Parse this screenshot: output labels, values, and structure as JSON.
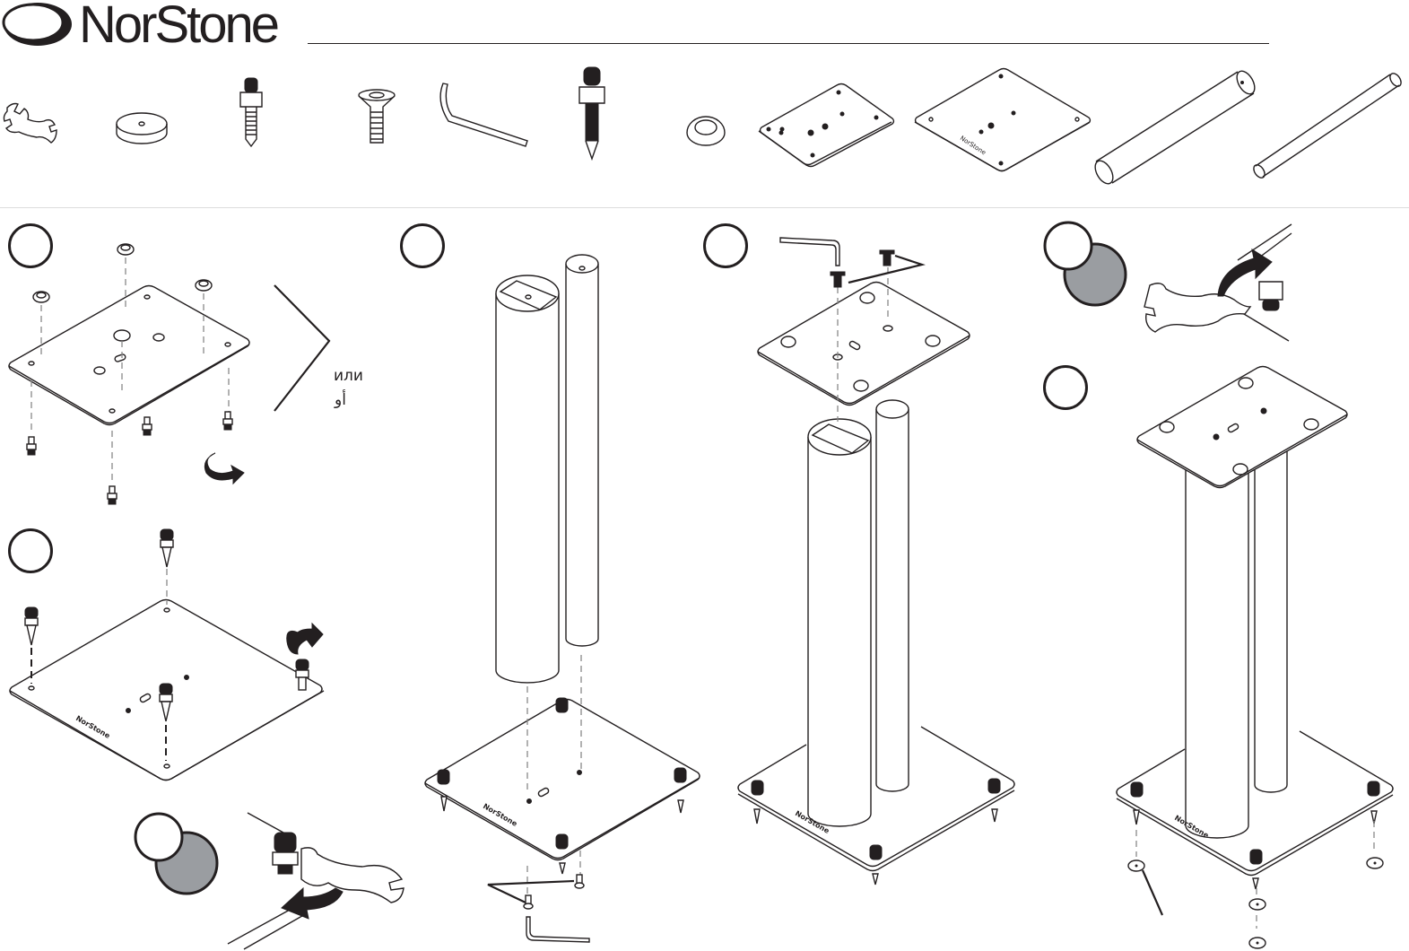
{
  "header": {
    "brand": "NorStone",
    "logo_icon": "norstone-logo-icon"
  },
  "parts": [
    {
      "name": "spanner"
    },
    {
      "name": "floor-disc"
    },
    {
      "name": "short-spike"
    },
    {
      "name": "countersunk-screw"
    },
    {
      "name": "allen-key"
    },
    {
      "name": "long-spike"
    },
    {
      "name": "rubber-foot"
    },
    {
      "name": "top-plate"
    },
    {
      "name": "base-plate"
    },
    {
      "name": "large-pillar"
    },
    {
      "name": "small-pillar"
    }
  ],
  "steps": [
    {
      "id": "step-1",
      "label": ""
    },
    {
      "id": "step-2",
      "label": ""
    },
    {
      "id": "step-3",
      "label": ""
    },
    {
      "id": "step-4",
      "label": ""
    },
    {
      "id": "step-5",
      "label": ""
    },
    {
      "id": "step-6",
      "label": ""
    },
    {
      "id": "step-7",
      "label": ""
    }
  ],
  "alternative": {
    "or_russian": "или",
    "or_arabic": "أو"
  },
  "colors": {
    "ink": "#231f20",
    "optional_step_fill": "#9a9da1",
    "divider": "#dddddd"
  }
}
